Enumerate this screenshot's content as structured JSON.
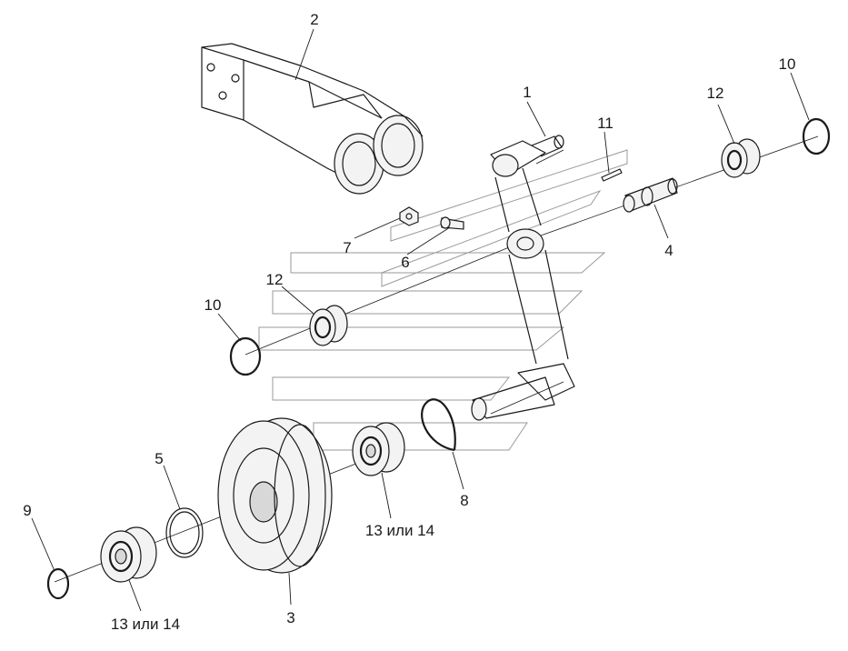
{
  "diagram": {
    "callouts": [
      {
        "id": "c1",
        "text": "1"
      },
      {
        "id": "c2",
        "text": "2"
      },
      {
        "id": "c3",
        "text": "3"
      },
      {
        "id": "c4",
        "text": "4"
      },
      {
        "id": "c5",
        "text": "5"
      },
      {
        "id": "c6",
        "text": "6"
      },
      {
        "id": "c7",
        "text": "7"
      },
      {
        "id": "c8",
        "text": "8"
      },
      {
        "id": "c9",
        "text": "9"
      },
      {
        "id": "c10a",
        "text": "10"
      },
      {
        "id": "c10b",
        "text": "10"
      },
      {
        "id": "c11",
        "text": "11"
      },
      {
        "id": "c12a",
        "text": "12"
      },
      {
        "id": "c12b",
        "text": "12"
      },
      {
        "id": "c13a",
        "text": "13 или 14"
      },
      {
        "id": "c13b",
        "text": "13 или 14"
      }
    ]
  }
}
